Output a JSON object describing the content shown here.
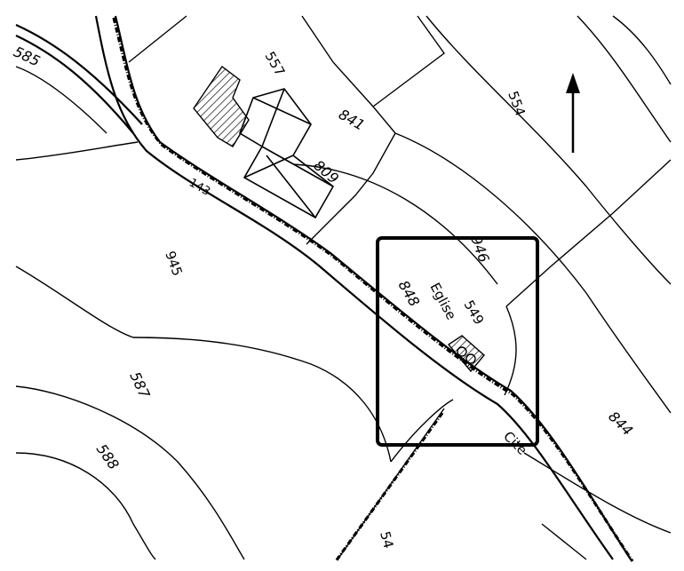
{
  "map": {
    "parcels": [
      {
        "id": "557",
        "label": "557"
      },
      {
        "id": "841",
        "label": "841"
      },
      {
        "id": "809",
        "label": "809"
      },
      {
        "id": "554",
        "label": "554"
      },
      {
        "id": "945",
        "label": "945"
      },
      {
        "id": "946",
        "label": "946"
      },
      {
        "id": "848",
        "label": "848"
      },
      {
        "id": "549",
        "label": "549"
      },
      {
        "id": "587",
        "label": "587"
      },
      {
        "id": "588",
        "label": "588"
      },
      {
        "id": "844",
        "label": "844"
      },
      {
        "id": "585",
        "label": "585"
      },
      {
        "id": "54",
        "label": "54"
      }
    ],
    "place_labels": {
      "church": "Eglise",
      "road": "Cite",
      "road_number": "143"
    },
    "north_arrow": "north-arrow-icon",
    "highlight": "selected-area",
    "colors": {
      "ink": "#000000",
      "paper": "#ffffff"
    }
  }
}
